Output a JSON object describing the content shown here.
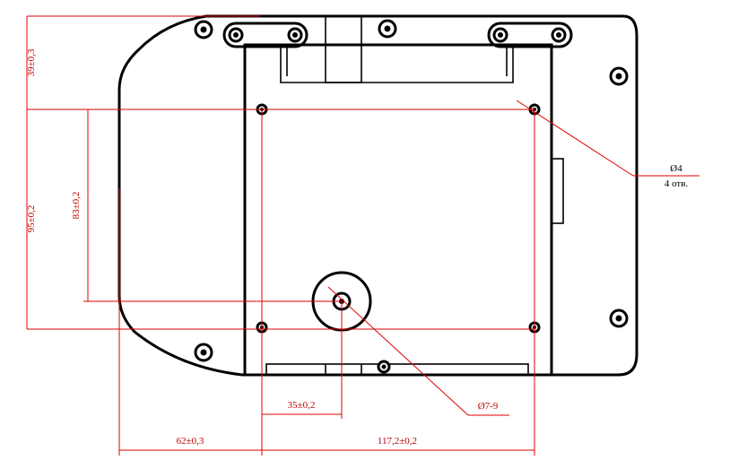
{
  "drawing": {
    "labels": {
      "dim_39": "39±0,3",
      "dim_95": "95±0,2",
      "dim_83": "83±0,2",
      "dim_35": "35±0,2",
      "dim_62": "62±0,3",
      "dim_117": "117,2±0,2",
      "hole_d7": "Ø7-9",
      "hole_d4": "Ø4",
      "hole_d4_count": "4 отв."
    },
    "colors": {
      "dimension": "#e00000",
      "outline": "#000000"
    }
  }
}
